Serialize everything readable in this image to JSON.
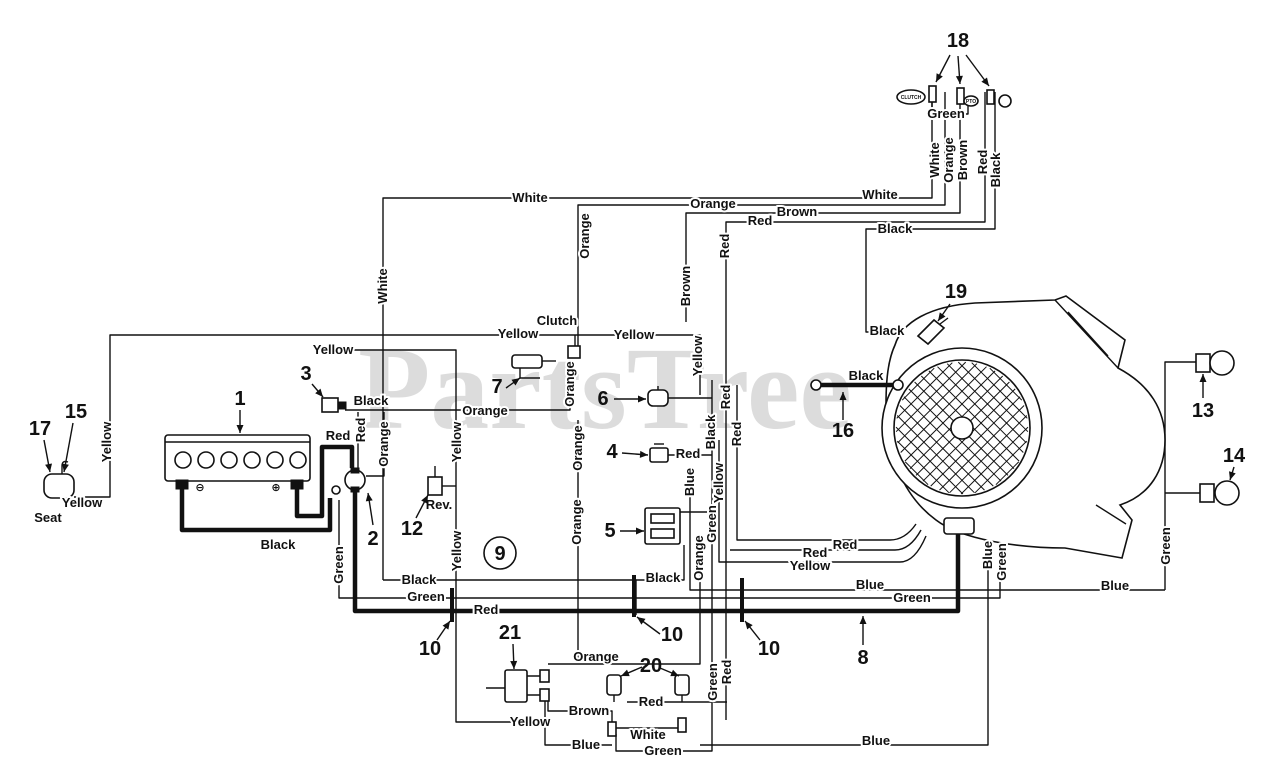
{
  "watermark": "PartsTree",
  "component_text": {
    "seat": "Seat",
    "clutch": "Clutch",
    "rev": "Rev.",
    "clutch_tag": "CLUTCH",
    "pto_tag": "PTO",
    "battery_neg": "⊖",
    "battery_pos": "⊕"
  },
  "callouts": [
    "18",
    "19",
    "3",
    "7",
    "1",
    "6",
    "16",
    "13",
    "17",
    "15",
    "4",
    "14",
    "12",
    "5",
    "2",
    "9",
    "21",
    "10",
    "10",
    "10",
    "8",
    "20"
  ],
  "wire_labels": {
    "horizontal": [
      "White",
      "White",
      "Orange",
      "Brown",
      "Red",
      "Black",
      "Green",
      "Yellow",
      "Yellow",
      "Black",
      "Yellow",
      "Black",
      "Orange",
      "Black",
      "Red",
      "Red",
      "Yellow",
      "Black",
      "Red",
      "Red",
      "Yellow",
      "Black",
      "Black",
      "Blue",
      "Blue",
      "Green",
      "Red",
      "Green",
      "Orange",
      "Red",
      "Brown",
      "Yellow",
      "White",
      "Blue",
      "Green",
      "Blue"
    ],
    "vertical": [
      "White",
      "Orange",
      "Brown",
      "Red",
      "Black",
      "Orange",
      "Red",
      "Brown",
      "White",
      "Yellow",
      "Orange",
      "Red",
      "Orange",
      "Yellow",
      "Orange",
      "Red",
      "Black",
      "Red",
      "Blue",
      "Yellow",
      "Green",
      "Yellow",
      "Orange",
      "Green",
      "Orange",
      "Blue",
      "Green",
      "Green",
      "Green",
      "Red",
      "Yellow"
    ]
  }
}
